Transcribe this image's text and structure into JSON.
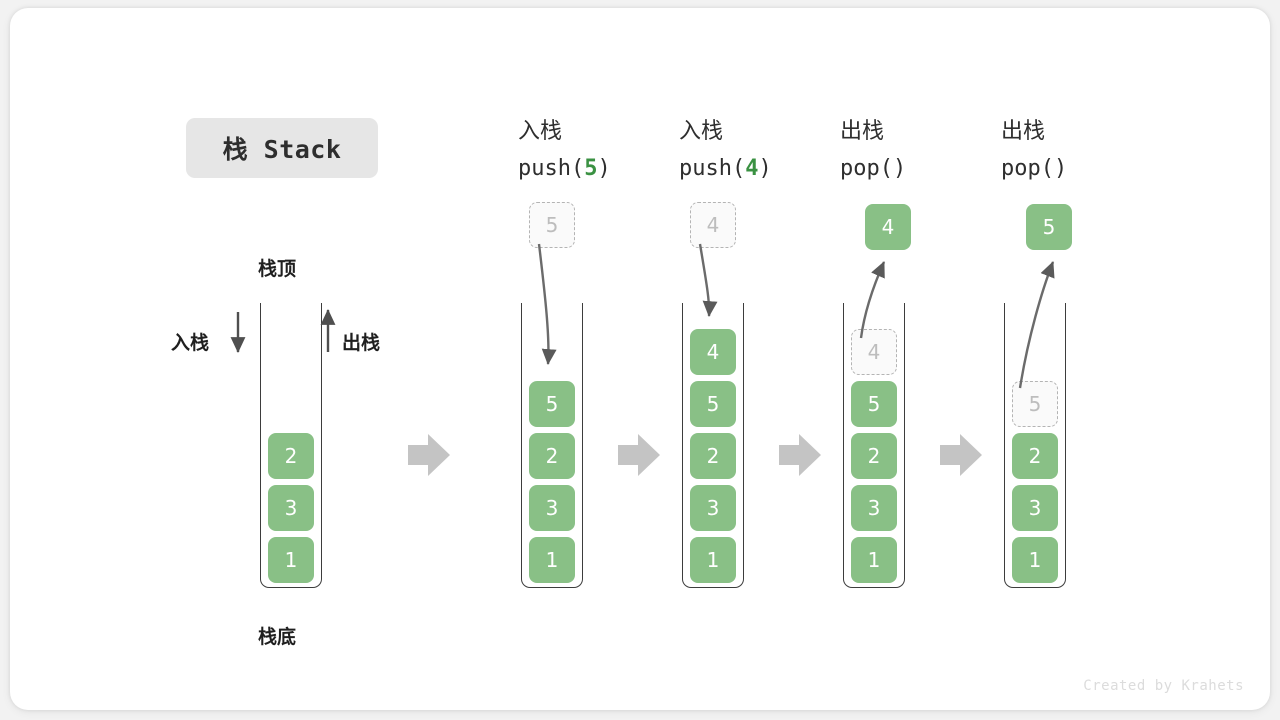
{
  "title": {
    "text": "栈 Stack"
  },
  "footer": {
    "text": "Created by Krahets"
  },
  "annotations": {
    "top_label": "栈顶",
    "bottom_label": "栈底",
    "push_side_label": "入栈",
    "pop_side_label": "出栈"
  },
  "colors": {
    "element_green": "#89c086",
    "arg_green": "#3a9142",
    "ghost_border": "#b4b4b4",
    "ghost_text": "#bdbdbd",
    "vessel_stroke": "#3d3d3d",
    "transition_arrow": "#c4c4c4",
    "badge_bg": "#e6e6e6",
    "card_bg": "#ffffff",
    "page_bg": "#f2f2f2"
  },
  "columns": [
    {
      "id": "initial",
      "operation_cn": "",
      "operation_code": "",
      "operation_arg": "",
      "floating": null,
      "cells": [
        {
          "value": "2",
          "state": "solid"
        },
        {
          "value": "3",
          "state": "solid"
        },
        {
          "value": "1",
          "state": "solid"
        }
      ]
    },
    {
      "id": "push-5",
      "operation_cn": "入栈",
      "operation_code_prefix": "push(",
      "operation_arg": "5",
      "operation_code_suffix": ")",
      "floating": {
        "value": "5",
        "state": "ghost",
        "direction": "in"
      },
      "cells": [
        {
          "value": "5",
          "state": "solid"
        },
        {
          "value": "2",
          "state": "solid"
        },
        {
          "value": "3",
          "state": "solid"
        },
        {
          "value": "1",
          "state": "solid"
        }
      ]
    },
    {
      "id": "push-4",
      "operation_cn": "入栈",
      "operation_code_prefix": "push(",
      "operation_arg": "4",
      "operation_code_suffix": ")",
      "floating": {
        "value": "4",
        "state": "ghost",
        "direction": "in"
      },
      "cells": [
        {
          "value": "4",
          "state": "solid"
        },
        {
          "value": "5",
          "state": "solid"
        },
        {
          "value": "2",
          "state": "solid"
        },
        {
          "value": "3",
          "state": "solid"
        },
        {
          "value": "1",
          "state": "solid"
        }
      ]
    },
    {
      "id": "pop-1",
      "operation_cn": "出栈",
      "operation_code_prefix": "pop(",
      "operation_arg": "",
      "operation_code_suffix": ")",
      "floating": {
        "value": "4",
        "state": "solid",
        "direction": "out"
      },
      "cells": [
        {
          "value": "4",
          "state": "ghost"
        },
        {
          "value": "5",
          "state": "solid"
        },
        {
          "value": "2",
          "state": "solid"
        },
        {
          "value": "3",
          "state": "solid"
        },
        {
          "value": "1",
          "state": "solid"
        }
      ]
    },
    {
      "id": "pop-2",
      "operation_cn": "出栈",
      "operation_code_prefix": "pop(",
      "operation_arg": "",
      "operation_code_suffix": ")",
      "floating": {
        "value": "5",
        "state": "solid",
        "direction": "out"
      },
      "cells": [
        {
          "value": "5",
          "state": "ghost"
        },
        {
          "value": "2",
          "state": "solid"
        },
        {
          "value": "3",
          "state": "solid"
        },
        {
          "value": "1",
          "state": "solid"
        }
      ]
    }
  ]
}
